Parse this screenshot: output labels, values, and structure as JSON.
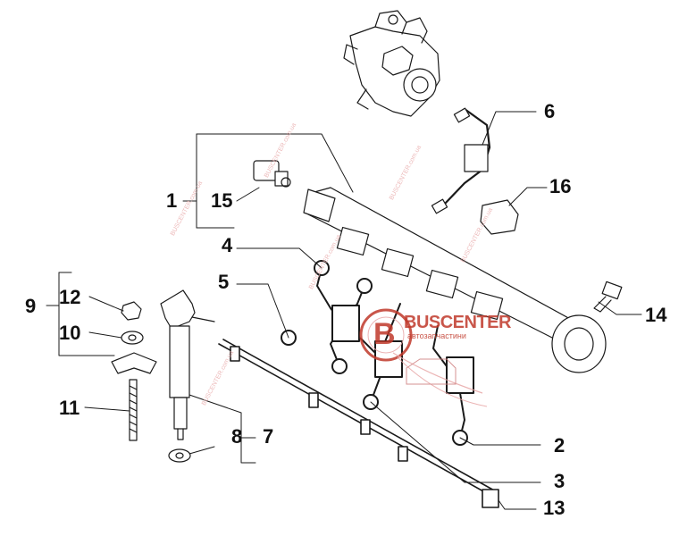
{
  "callouts": {
    "n1": "1",
    "n2": "2",
    "n3": "3",
    "n4": "4",
    "n5": "5",
    "n6": "6",
    "n7": "7",
    "n8": "8",
    "n9": "9",
    "n10": "10",
    "n11": "11",
    "n12": "12",
    "n13": "13",
    "n14": "14",
    "n15": "15",
    "n16": "16"
  },
  "watermark": {
    "logo_b": "B",
    "logo_text": "BUSCENTER",
    "logo_subtext": "автозапчастини",
    "url_text": "BUSCENTER.com.ua"
  },
  "colors": {
    "line": "#1a1a1a",
    "watermark": "#c0392b",
    "watermark_light": "#e8a8a8"
  }
}
